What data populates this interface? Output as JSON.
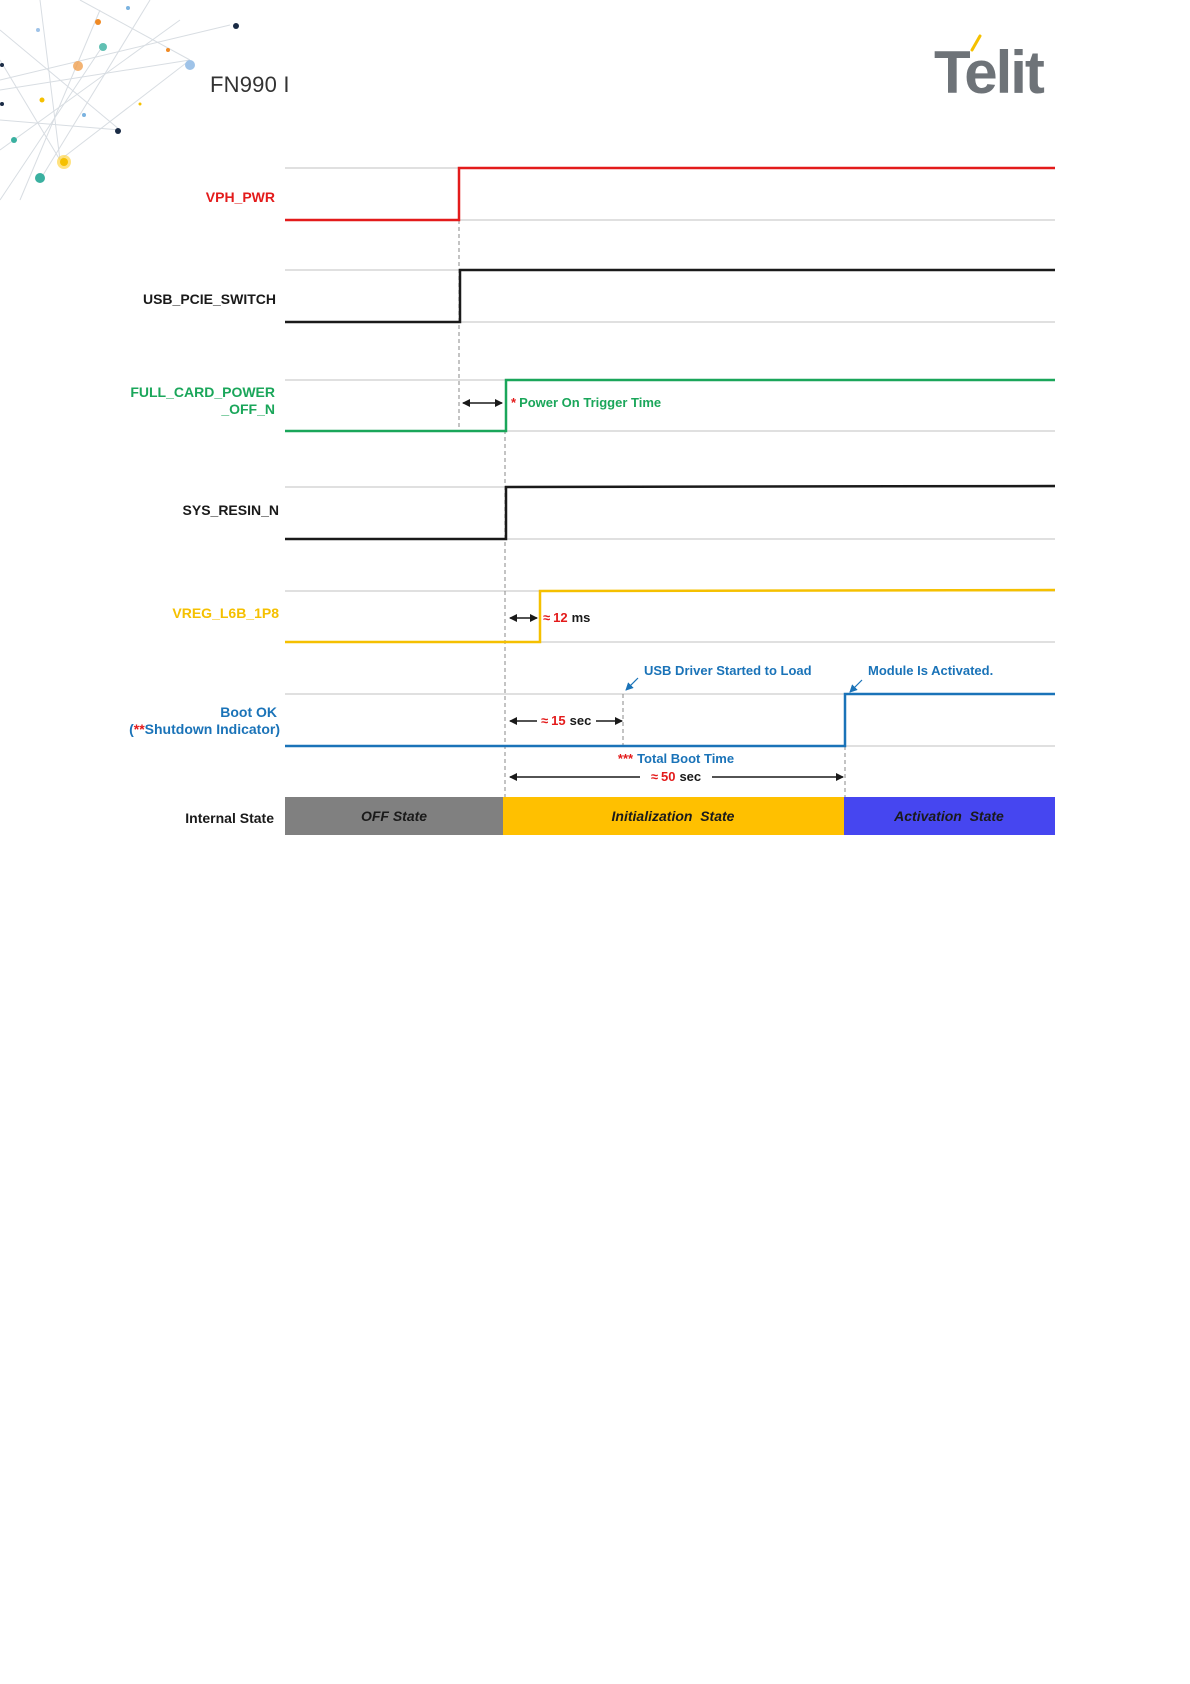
{
  "header": {
    "doc_title": "FN990 I",
    "logo_text": "Telit"
  },
  "signals": [
    {
      "label": "VPH_PWR",
      "color": "#e31b1b"
    },
    {
      "label": "USB_PCIE_SWITCH",
      "color": "#1a1a1a"
    },
    {
      "label_line1": "FULL_CARD_POWER",
      "label_line2": "_OFF_N",
      "color": "#1aa65a"
    },
    {
      "label": "SYS_RESIN_N",
      "color": "#1a1a1a"
    },
    {
      "label": "VREG_L6B_1P8",
      "color": "#f5c000"
    },
    {
      "label_line1": "Boot OK",
      "label_line2_prefix": "(",
      "label_line2_stars": "**",
      "label_line2_rest": "Shutdown Indicator)",
      "color": "#1a73b8"
    }
  ],
  "annotations": {
    "trigger_star": "*",
    "trigger_text": "Power On Trigger Time",
    "l6b_approx": "≈",
    "l6b_value": "12",
    "l6b_unit": "ms",
    "usb_driver": "USB Driver Started to Load",
    "usb_approx": "≈",
    "usb_value": "15",
    "usb_unit": "sec",
    "module_activated": "Module Is Activated.",
    "boot_stars": "***",
    "boot_text": "Total Boot Time",
    "boot_approx": "≈",
    "boot_value": "50",
    "boot_unit": "sec"
  },
  "internal_state": {
    "label": "Internal State",
    "states": [
      {
        "label": "OFF State",
        "color": "#808080"
      },
      {
        "label": "Initialization  State",
        "color": "#ffc000"
      },
      {
        "label": "Activation  State",
        "color": "#4646f0"
      }
    ]
  },
  "colors": {
    "red": "#e31b1b",
    "green": "#1aa65a",
    "yellow": "#f5c000",
    "blue": "#1a73b8",
    "black": "#1a1a1a",
    "grid": "#c0c0c0"
  }
}
